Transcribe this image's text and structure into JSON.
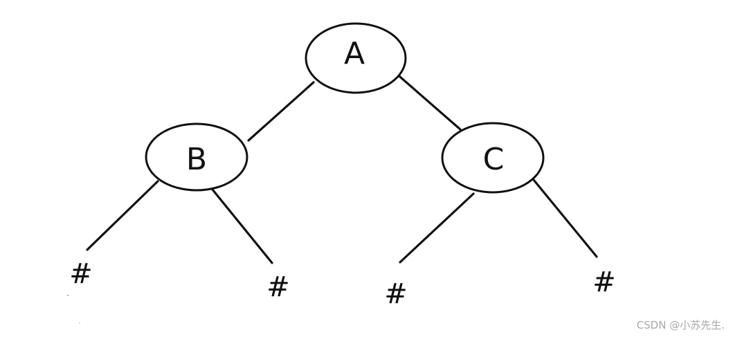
{
  "tree": {
    "nodes": {
      "root": "A",
      "left": "B",
      "right": "C"
    },
    "leaves": [
      "#",
      "#",
      "#",
      "#"
    ]
  },
  "watermark": "CSDN @小苏先生."
}
